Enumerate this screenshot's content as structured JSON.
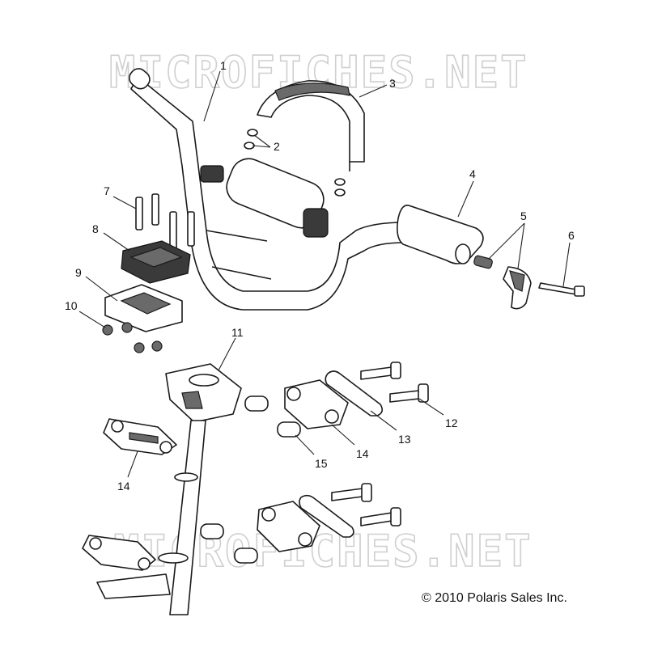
{
  "watermark": {
    "text": "MICROFICHES.NET"
  },
  "copyright": "© 2010 Polaris Sales Inc.",
  "callouts": [
    {
      "id": "c1",
      "label": "1"
    },
    {
      "id": "c2",
      "label": "2"
    },
    {
      "id": "c3",
      "label": "3"
    },
    {
      "id": "c4",
      "label": "4"
    },
    {
      "id": "c5",
      "label": "5"
    },
    {
      "id": "c6",
      "label": "6"
    },
    {
      "id": "c7",
      "label": "7"
    },
    {
      "id": "c8",
      "label": "8"
    },
    {
      "id": "c9",
      "label": "9"
    },
    {
      "id": "c10",
      "label": "10"
    },
    {
      "id": "c11",
      "label": "11"
    },
    {
      "id": "c12",
      "label": "12"
    },
    {
      "id": "c13",
      "label": "13"
    },
    {
      "id": "c14a",
      "label": "14"
    },
    {
      "id": "c14b",
      "label": "14"
    },
    {
      "id": "c15",
      "label": "15"
    }
  ]
}
